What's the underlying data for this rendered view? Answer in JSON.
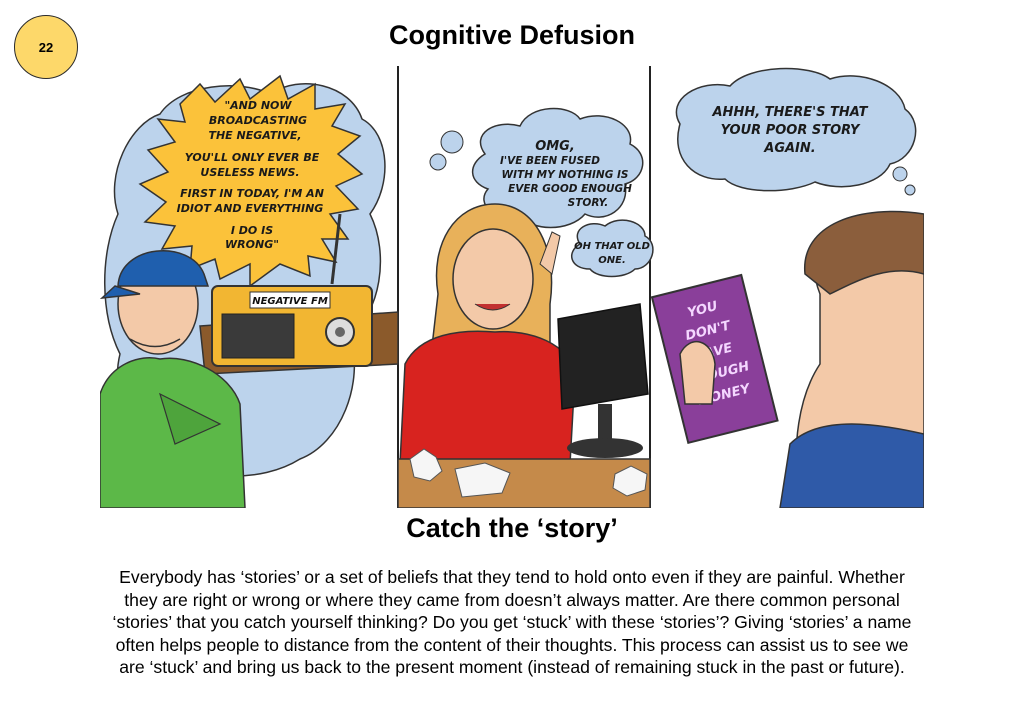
{
  "page_number": "22",
  "title": "Cognitive Defusion",
  "comic": {
    "panel1": {
      "speech": [
        "\"AND NOW",
        "BROADCASTING",
        "THE NEGATIVE,",
        "YOU'LL ONLY EVER BE",
        "USELESS NEWS.",
        "FIRST IN TODAY, I'M AN",
        "IDIOT AND EVERYTHING",
        "I DO IS",
        "WRONG\""
      ],
      "radio_label": "NEGATIVE FM"
    },
    "panel2": {
      "thought": [
        "OMG,",
        "I'VE BEEN FUSED",
        "WITH MY NOTHING IS",
        "EVER GOOD ENOUGH",
        "STORY."
      ],
      "thought_small": [
        "OH THAT OLD",
        "ONE."
      ]
    },
    "panel3": {
      "thought": [
        "AHHH, THERE'S THAT",
        "YOUR POOR STORY",
        "AGAIN."
      ],
      "book_title": [
        "YOU",
        "DON'T",
        "HAVE",
        "ENOUGH",
        "MONEY"
      ]
    }
  },
  "subtitle": "Catch the ‘story’",
  "body": [
    "Everybody has ‘stories’ or a set of beliefs that they tend to hold onto even if they are painful. Whether",
    "they are right or wrong or where they came from doesn’t always matter. Are there common personal",
    "‘stories’ that you catch yourself thinking? Do you get ‘stuck’ with these ‘stories’? Giving ‘stories’ a name",
    "often helps people to distance from the content of their thoughts. This process can assist us to see we",
    "are ‘stuck’ and bring us back to the present moment (instead of remaining stuck in the past or future)."
  ],
  "colors": {
    "badge": "#fdd86a",
    "speech_burst": "#fbc23a",
    "thought_bubble": "#bcd3ec",
    "shirt_green": "#5cb848",
    "shirt_red": "#d8231f",
    "book_purple": "#8a3f9a"
  }
}
